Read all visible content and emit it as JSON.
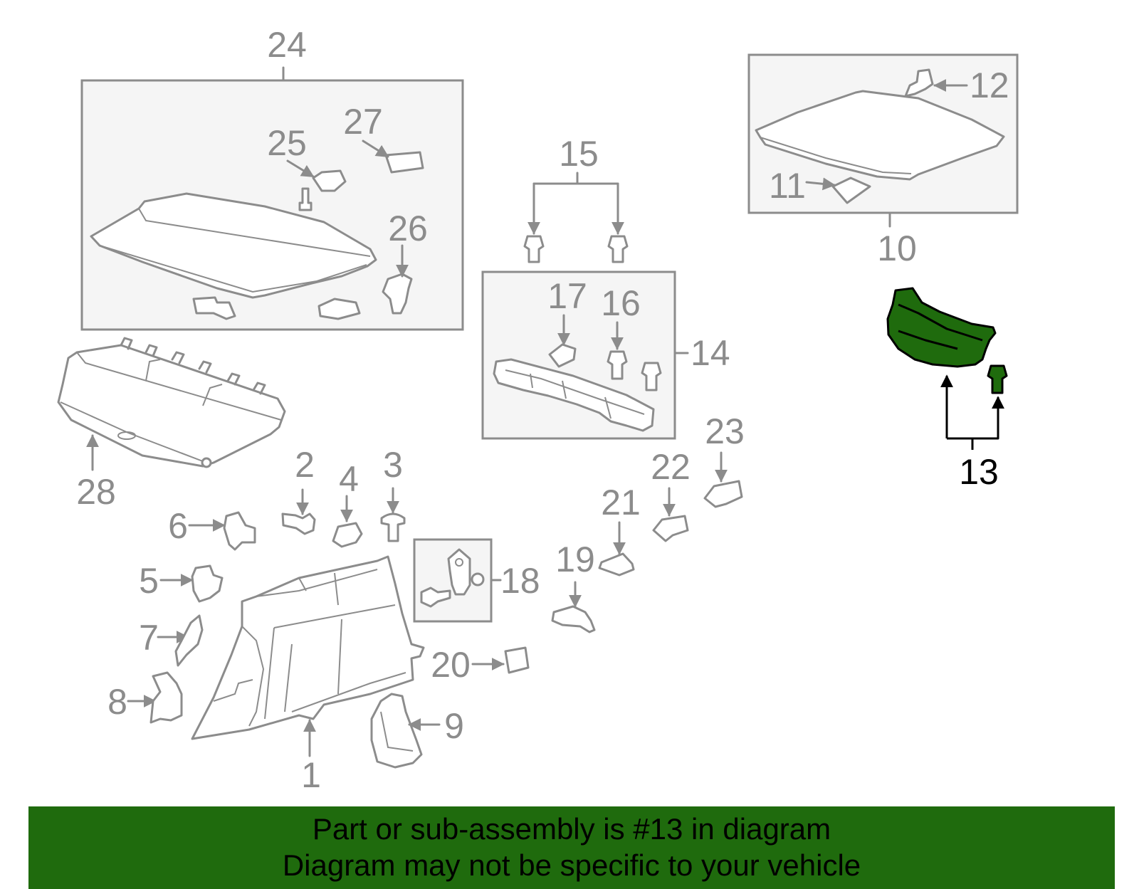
{
  "callouts": {
    "c1": "1",
    "c2": "2",
    "c3": "3",
    "c4": "4",
    "c5": "5",
    "c6": "6",
    "c7": "7",
    "c8": "8",
    "c9": "9",
    "c10": "10",
    "c11": "11",
    "c12": "12",
    "c13": "13",
    "c14": "14",
    "c15": "15",
    "c16": "16",
    "c17": "17",
    "c18": "18",
    "c19": "19",
    "c20": "20",
    "c21": "21",
    "c22": "22",
    "c23": "23",
    "c24": "24",
    "c25": "25",
    "c26": "26",
    "c27": "27",
    "c28": "28"
  },
  "highlighted_part": "13",
  "colors": {
    "line": "#8c8c8c",
    "highlight": "#1f6b0d",
    "banner": "#1f6b0d",
    "banner_text": "#000000"
  },
  "banner": {
    "line1": "Part or sub-assembly is #13 in diagram",
    "line2": "Diagram may not be specific to your vehicle"
  }
}
